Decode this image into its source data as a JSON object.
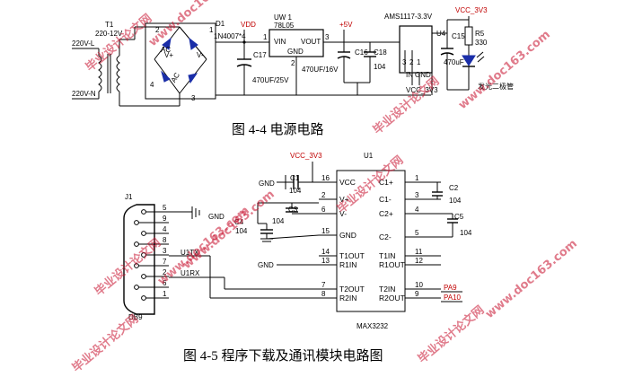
{
  "psu": {
    "t1": "T1",
    "t1_rating": "220-12V",
    "ac_in_l": "220V-L",
    "ac_in_n": "220V-N",
    "bridge_pins": [
      "2",
      "1",
      "4",
      "3"
    ],
    "bridge_vplus": "V+",
    "bridge_vminus": "V-",
    "bridge_ac": "AC",
    "bridge_ac2": "AC",
    "d1": "D1",
    "d1_part": "1N4007*4",
    "vdd": "VDD",
    "c17": "C17",
    "c17_val": "470UF/25V",
    "uw1": "UW 1",
    "reg_part": "78L05",
    "reg_vin": "VIN",
    "reg_vout": "VOUT",
    "reg_gnd": "GND",
    "reg_pin1": "1",
    "reg_pin3": "3",
    "reg_pin2": "2",
    "plus5v": "+5V",
    "c16": "C16",
    "c16_val": "470UF/16V",
    "c18": "C18",
    "c18_val": "104",
    "ams": "AMS1117-3.3V",
    "u4": "U4",
    "c15": "C15",
    "c15_val": "470uF",
    "vcc3v3_top": "VCC_3V3",
    "r5": "R5",
    "r5_val": "330",
    "vcc3v3_bottom": "VCC_3V3",
    "ams_pins": [
      "3",
      "2",
      "1"
    ],
    "ams_in": "IN",
    "ams_gnd": "GND",
    "led_label": "发光二极管"
  },
  "max": {
    "vcc3v3": "VCC_3V3",
    "u1": "U1",
    "chip": "MAX3232",
    "gnd_c1": "GND",
    "c1": "C1",
    "c1_val": "104",
    "c2": "C2",
    "c2_val": "104",
    "c3": "C3",
    "c3_val": "104",
    "c4": "C4",
    "c4_val": "104",
    "c5": "C5",
    "c5_val": "104",
    "gnd_pin15": "GND",
    "gnd_j1": "GND",
    "j1": "J1",
    "db9": "DB9",
    "j1_pins": [
      "5",
      "9",
      "4",
      "8",
      "3",
      "7",
      "2",
      "6",
      "1"
    ],
    "u1tx": "U1TX",
    "u1rx": "U1RX",
    "left_pins": [
      {
        "num": "16",
        "name": "VCC"
      },
      {
        "num": "2",
        "name": "V+"
      },
      {
        "num": "6",
        "name": "V-"
      },
      {
        "num": "15",
        "name": "GND"
      },
      {
        "num": "14",
        "name": "T1OUT"
      },
      {
        "num": "13",
        "name": "R1IN"
      },
      {
        "num": "7",
        "name": "T2OUT"
      },
      {
        "num": "8",
        "name": "R2IN"
      }
    ],
    "right_pins": [
      {
        "num": "1",
        "name": "C1+"
      },
      {
        "num": "3",
        "name": "C1-"
      },
      {
        "num": "4",
        "name": "C2+"
      },
      {
        "num": "5",
        "name": "C2-"
      },
      {
        "num": "11",
        "name": "T1IN"
      },
      {
        "num": "12",
        "name": "R1OUT"
      },
      {
        "num": "10",
        "name": "T2IN"
      },
      {
        "num": "9",
        "name": "R2OUT"
      }
    ],
    "pa9": "PA9",
    "pa10": "PA10"
  },
  "captions": {
    "fig4": "图 4-4  电源电路",
    "fig5": "图 4-5 程序下载及通讯模块电路图"
  },
  "watermarks": [
    "毕业设计论文网",
    "www.doc163.com",
    "毕业设计论文网",
    "www.doc163.com",
    "毕业设计论文网",
    "www.doc163.com",
    "毕业设计论文网",
    "www.doc163.com",
    "毕业设计论文网",
    "www.doc163.com",
    "毕业设计论文网"
  ],
  "colors": {
    "watermark": "#c8102e",
    "diode": "#1a2ea8",
    "net_label": "#c00000"
  }
}
